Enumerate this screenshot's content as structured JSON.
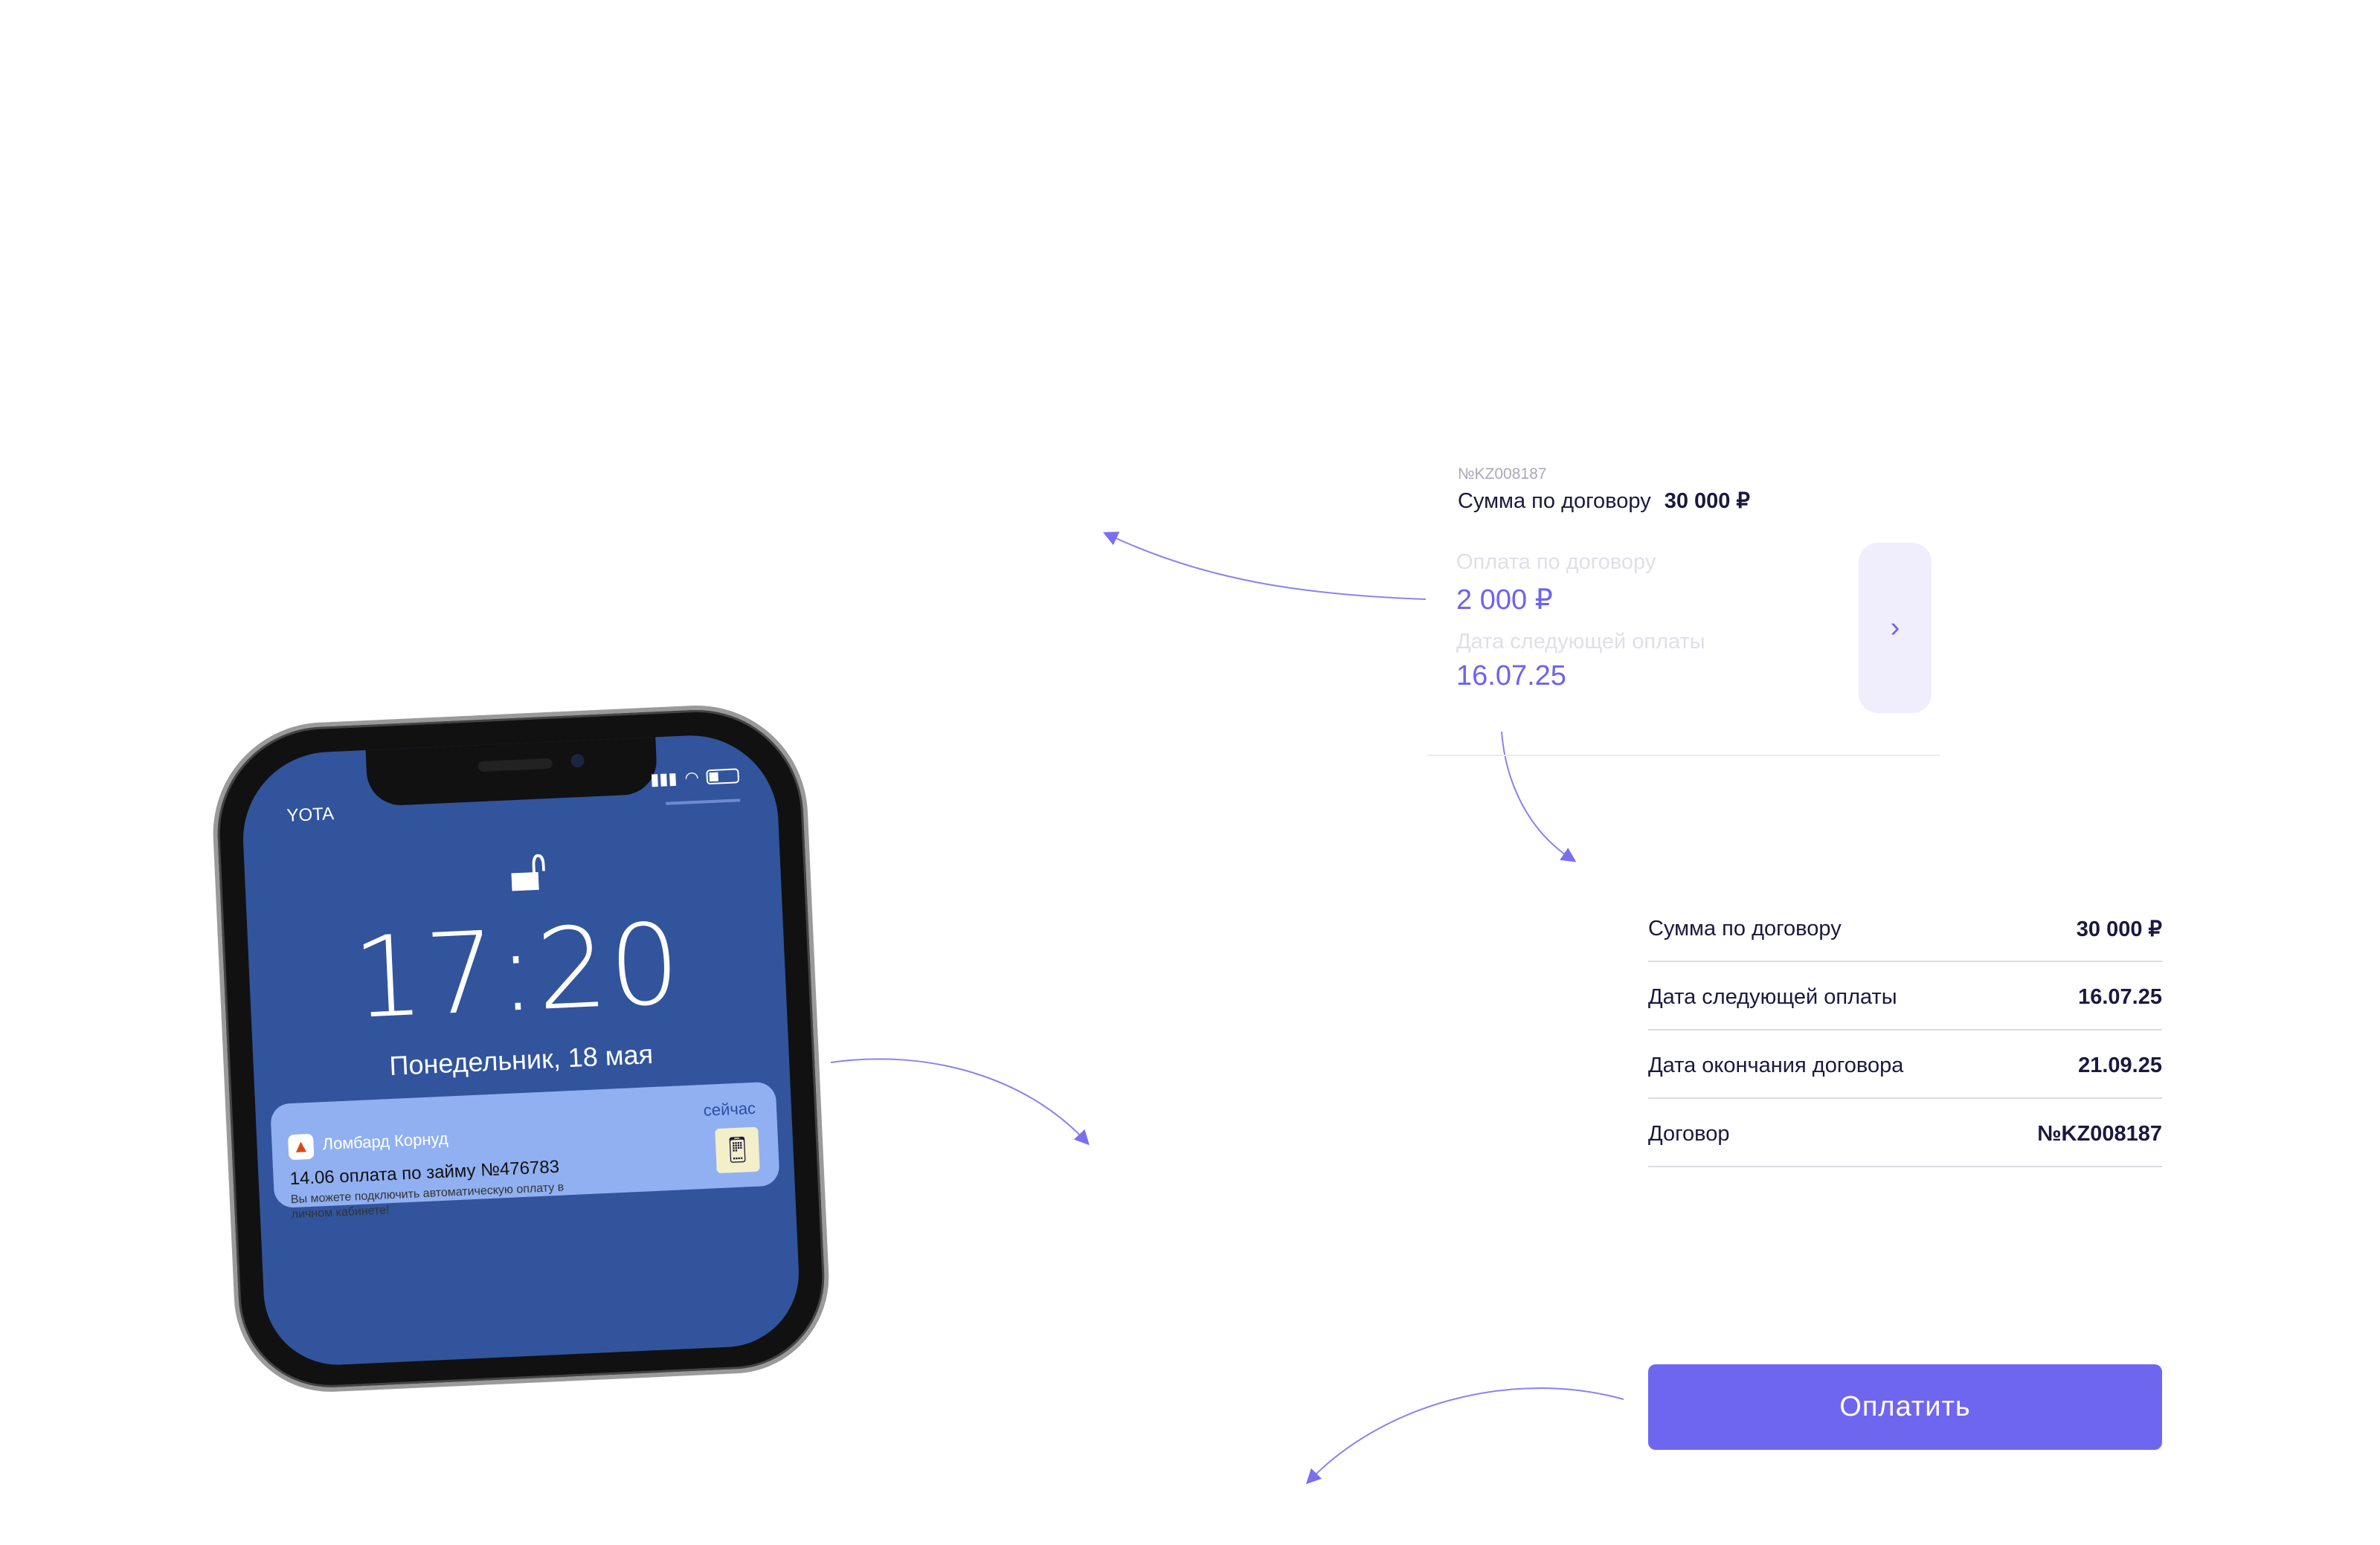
{
  "phone": {
    "carrier": "YOTA",
    "time": "17:20",
    "date": "Понедельник, 18 мая",
    "notification": {
      "app": "Ломбард Корнуд",
      "time": "сейчас",
      "title": "14.06 оплата по займу №476783",
      "body": "Вы можете подключить автоматическую оплату в личном кабинете!"
    }
  },
  "card": {
    "contract_number": "№KZ008187",
    "sum_label": "Сумма по договору",
    "sum_value": "30 000 ₽",
    "payment_label": "Оплата по договору",
    "payment_value": "2 000 ₽",
    "next_date_label": "Дата следующей оплаты",
    "next_date_value": "16.07.25",
    "details_button": "›"
  },
  "details": {
    "rows": [
      {
        "label": "Сумма по договору",
        "value": "30 000 ₽"
      },
      {
        "label": "Дата следующей оплаты",
        "value": "16.07.25"
      },
      {
        "label": "Дата окончания договора",
        "value": "21.09.25"
      },
      {
        "label": "Договор",
        "value": "№KZ008187"
      }
    ]
  },
  "pay_button": "Оплатить",
  "colors": {
    "accent": "#6f66f0",
    "screen": "#31549c",
    "notification": "#91b0f2"
  }
}
